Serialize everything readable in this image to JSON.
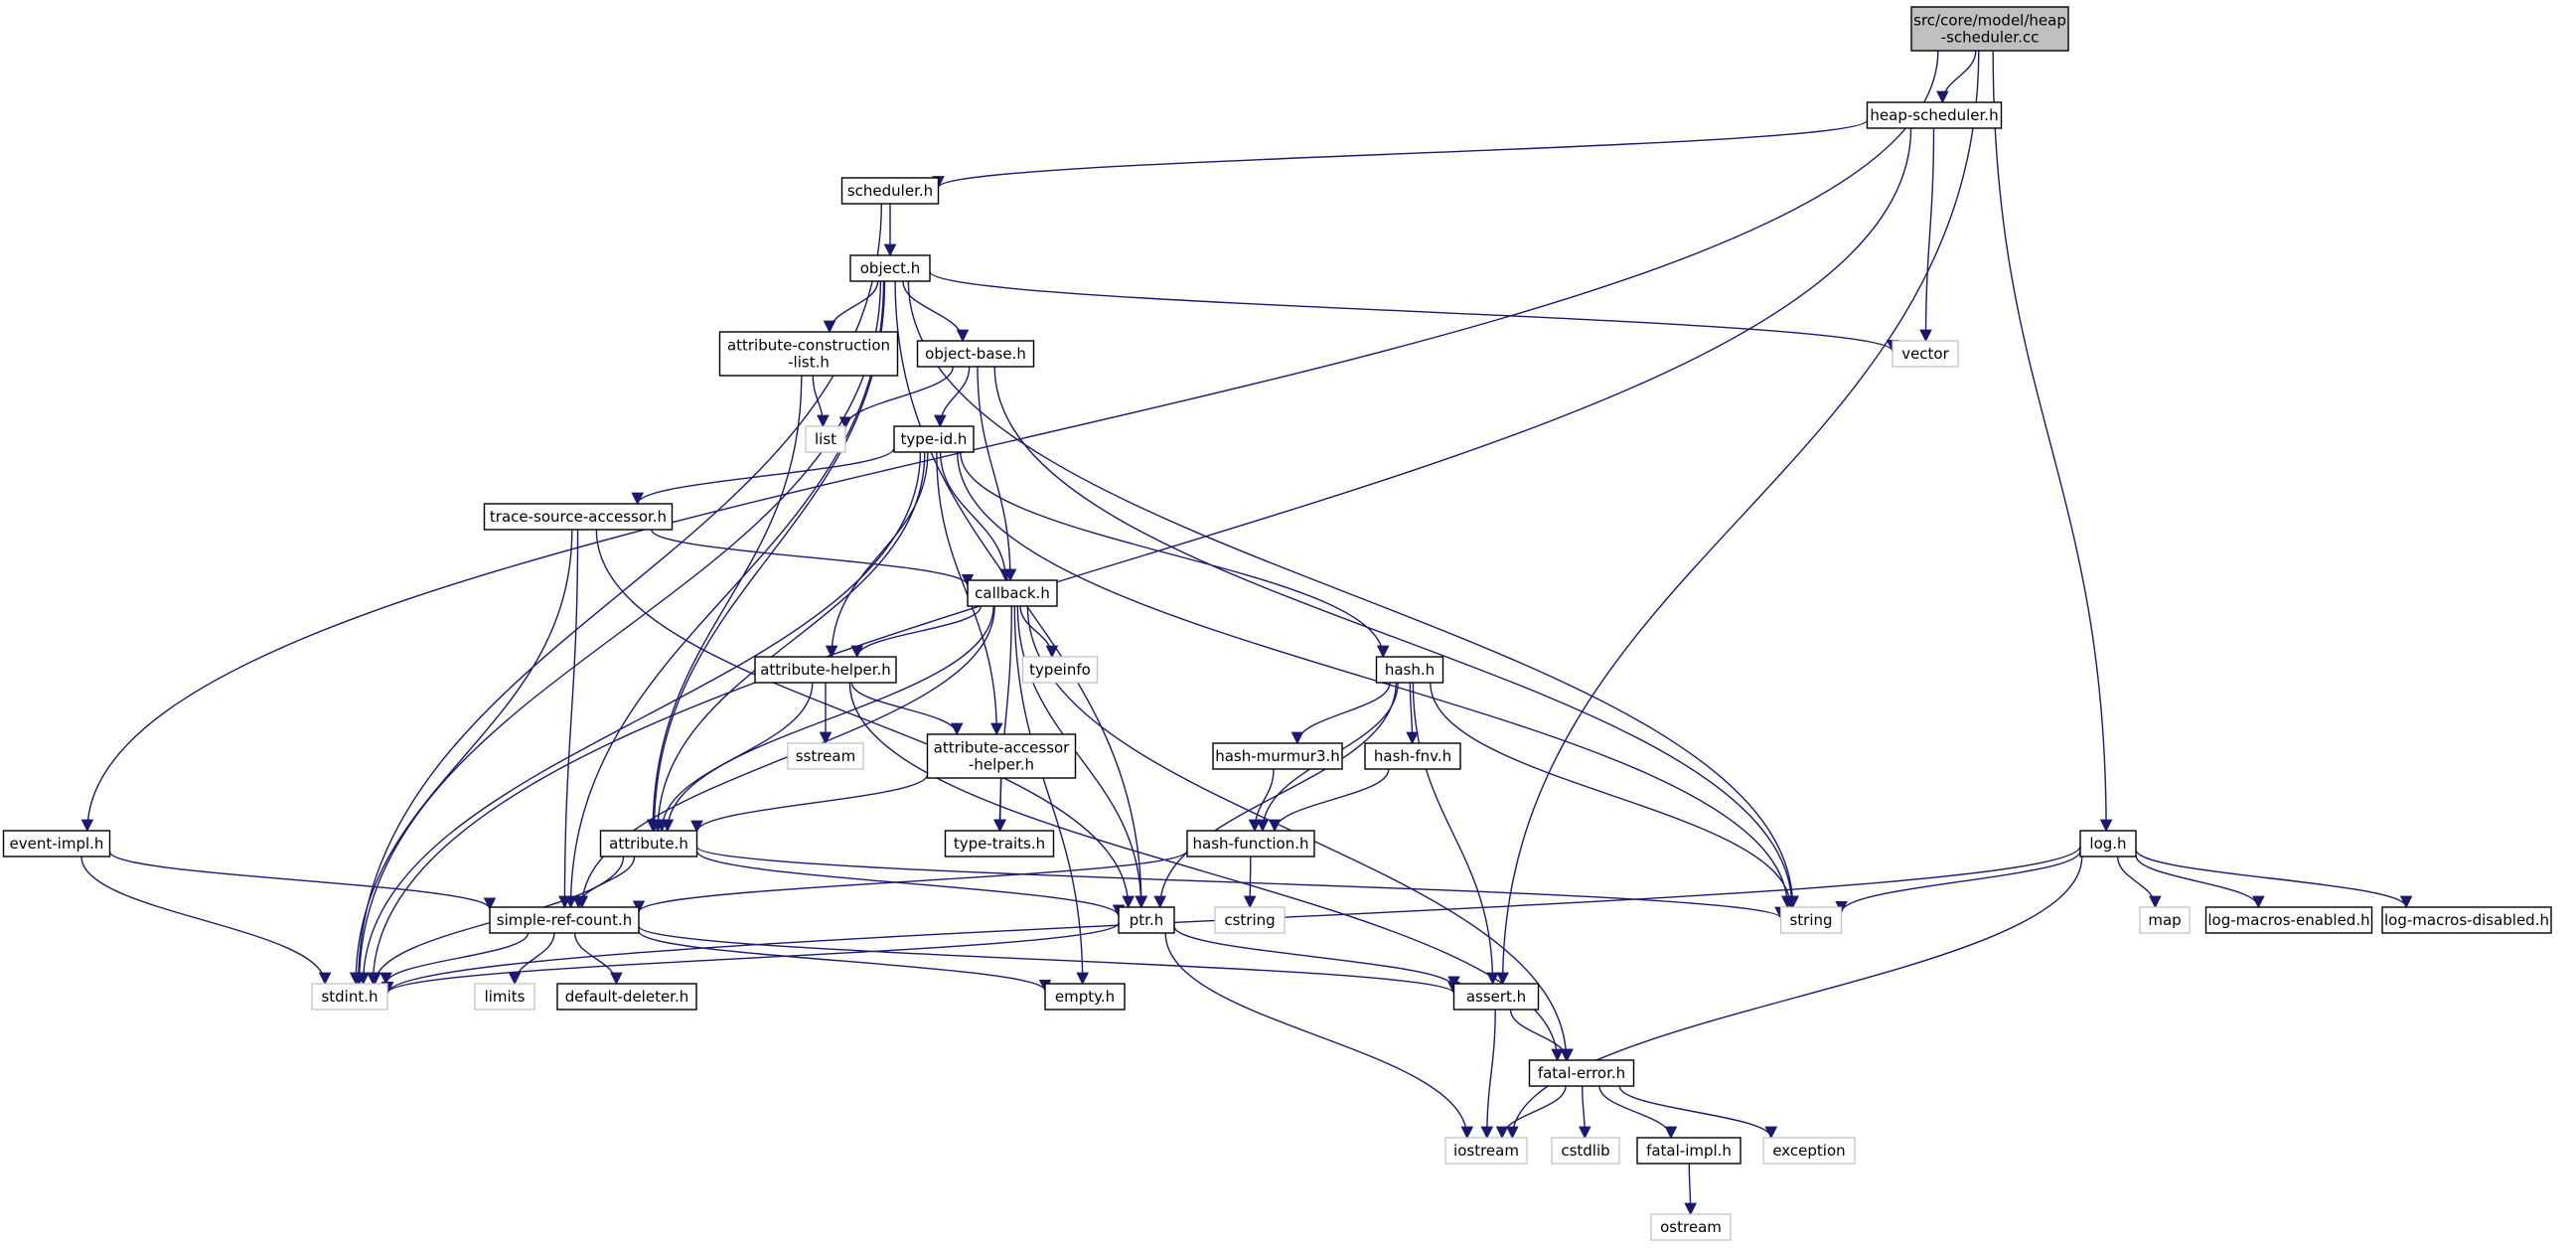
{
  "graph": {
    "kind": "include dependency graph",
    "colors": {
      "edge": "#191970",
      "root_fill": "#bfbfbf",
      "project_border": "#000000",
      "system_border": "#bfbfbf",
      "node_fill": "#ffffff"
    },
    "nodes": [
      {
        "id": "root",
        "lines": [
          "src/core/model/heap",
          "-scheduler.cc"
        ],
        "style": "root"
      },
      {
        "id": "heap-scheduler-h",
        "lines": [
          "heap-scheduler.h"
        ],
        "style": "project"
      },
      {
        "id": "scheduler-h",
        "lines": [
          "scheduler.h"
        ],
        "style": "project"
      },
      {
        "id": "object-h",
        "lines": [
          "object.h"
        ],
        "style": "project"
      },
      {
        "id": "attribute-construction-list-h",
        "lines": [
          "attribute-construction",
          "-list.h"
        ],
        "style": "project"
      },
      {
        "id": "object-base-h",
        "lines": [
          "object-base.h"
        ],
        "style": "project"
      },
      {
        "id": "vector",
        "lines": [
          "vector"
        ],
        "style": "system"
      },
      {
        "id": "list",
        "lines": [
          "list"
        ],
        "style": "system"
      },
      {
        "id": "type-id-h",
        "lines": [
          "type-id.h"
        ],
        "style": "project"
      },
      {
        "id": "trace-source-accessor-h",
        "lines": [
          "trace-source-accessor.h"
        ],
        "style": "project"
      },
      {
        "id": "callback-h",
        "lines": [
          "callback.h"
        ],
        "style": "project"
      },
      {
        "id": "typeinfo",
        "lines": [
          "typeinfo"
        ],
        "style": "system"
      },
      {
        "id": "attribute-helper-h",
        "lines": [
          "attribute-helper.h"
        ],
        "style": "project"
      },
      {
        "id": "hash-h",
        "lines": [
          "hash.h"
        ],
        "style": "project"
      },
      {
        "id": "sstream",
        "lines": [
          "sstream"
        ],
        "style": "system"
      },
      {
        "id": "attribute-accessor-helper-h",
        "lines": [
          "attribute-accessor",
          "-helper.h"
        ],
        "style": "project"
      },
      {
        "id": "hash-murmur3-h",
        "lines": [
          "hash-murmur3.h"
        ],
        "style": "project"
      },
      {
        "id": "hash-fnv-h",
        "lines": [
          "hash-fnv.h"
        ],
        "style": "project"
      },
      {
        "id": "event-impl-h",
        "lines": [
          "event-impl.h"
        ],
        "style": "project"
      },
      {
        "id": "attribute-h",
        "lines": [
          "attribute.h"
        ],
        "style": "project"
      },
      {
        "id": "type-traits-h",
        "lines": [
          "type-traits.h"
        ],
        "style": "project"
      },
      {
        "id": "hash-function-h",
        "lines": [
          "hash-function.h"
        ],
        "style": "project"
      },
      {
        "id": "log-h",
        "lines": [
          "log.h"
        ],
        "style": "project"
      },
      {
        "id": "simple-ref-count-h",
        "lines": [
          "simple-ref-count.h"
        ],
        "style": "project"
      },
      {
        "id": "ptr-h",
        "lines": [
          "ptr.h"
        ],
        "style": "project"
      },
      {
        "id": "cstring",
        "lines": [
          "cstring"
        ],
        "style": "system"
      },
      {
        "id": "string",
        "lines": [
          "string"
        ],
        "style": "system"
      },
      {
        "id": "map",
        "lines": [
          "map"
        ],
        "style": "system"
      },
      {
        "id": "log-macros-enabled-h",
        "lines": [
          "log-macros-enabled.h"
        ],
        "style": "project"
      },
      {
        "id": "log-macros-disabled-h",
        "lines": [
          "log-macros-disabled.h"
        ],
        "style": "project"
      },
      {
        "id": "stdint-h",
        "lines": [
          "stdint.h"
        ],
        "style": "system"
      },
      {
        "id": "limits",
        "lines": [
          "limits"
        ],
        "style": "system"
      },
      {
        "id": "default-deleter-h",
        "lines": [
          "default-deleter.h"
        ],
        "style": "project"
      },
      {
        "id": "empty-h",
        "lines": [
          "empty.h"
        ],
        "style": "project"
      },
      {
        "id": "assert-h",
        "lines": [
          "assert.h"
        ],
        "style": "project"
      },
      {
        "id": "fatal-error-h",
        "lines": [
          "fatal-error.h"
        ],
        "style": "project"
      },
      {
        "id": "iostream",
        "lines": [
          "iostream"
        ],
        "style": "system"
      },
      {
        "id": "cstdlib",
        "lines": [
          "cstdlib"
        ],
        "style": "system"
      },
      {
        "id": "fatal-impl-h",
        "lines": [
          "fatal-impl.h"
        ],
        "style": "project"
      },
      {
        "id": "exception",
        "lines": [
          "exception"
        ],
        "style": "system"
      },
      {
        "id": "ostream",
        "lines": [
          "ostream"
        ],
        "style": "system"
      }
    ],
    "edges": [
      [
        "root",
        "heap-scheduler-h"
      ],
      [
        "root",
        "event-impl-h"
      ],
      [
        "root",
        "log-h"
      ],
      [
        "root",
        "assert-h"
      ],
      [
        "heap-scheduler-h",
        "scheduler-h"
      ],
      [
        "heap-scheduler-h",
        "vector"
      ],
      [
        "heap-scheduler-h",
        "stdint-h"
      ],
      [
        "scheduler-h",
        "object-h"
      ],
      [
        "scheduler-h",
        "stdint-h"
      ],
      [
        "object-h",
        "attribute-construction-list-h"
      ],
      [
        "object-h",
        "object-base-h"
      ],
      [
        "object-h",
        "vector"
      ],
      [
        "object-h",
        "string"
      ],
      [
        "object-h",
        "ptr-h"
      ],
      [
        "object-h",
        "attribute-h"
      ],
      [
        "object-h",
        "simple-ref-count-h"
      ],
      [
        "object-h",
        "stdint-h"
      ],
      [
        "attribute-construction-list-h",
        "list"
      ],
      [
        "attribute-construction-list-h",
        "attribute-h"
      ],
      [
        "object-base-h",
        "list"
      ],
      [
        "object-base-h",
        "type-id-h"
      ],
      [
        "object-base-h",
        "callback-h"
      ],
      [
        "object-base-h",
        "string"
      ],
      [
        "type-id-h",
        "trace-source-accessor-h"
      ],
      [
        "type-id-h",
        "callback-h"
      ],
      [
        "type-id-h",
        "attribute-helper-h"
      ],
      [
        "type-id-h",
        "attribute-accessor-helper-h"
      ],
      [
        "type-id-h",
        "hash-h"
      ],
      [
        "type-id-h",
        "attribute-h"
      ],
      [
        "type-id-h",
        "string"
      ],
      [
        "type-id-h",
        "stdint-h"
      ],
      [
        "trace-source-accessor-h",
        "callback-h"
      ],
      [
        "trace-source-accessor-h",
        "simple-ref-count-h"
      ],
      [
        "trace-source-accessor-h",
        "ptr-h"
      ],
      [
        "trace-source-accessor-h",
        "stdint-h"
      ],
      [
        "callback-h",
        "typeinfo"
      ],
      [
        "callback-h",
        "attribute-helper-h"
      ],
      [
        "callback-h",
        "attribute-h"
      ],
      [
        "callback-h",
        "simple-ref-count-h"
      ],
      [
        "callback-h",
        "ptr-h"
      ],
      [
        "callback-h",
        "type-traits-h"
      ],
      [
        "callback-h",
        "empty-h"
      ],
      [
        "callback-h",
        "fatal-error-h"
      ],
      [
        "attribute-helper-h",
        "sstream"
      ],
      [
        "attribute-helper-h",
        "attribute-accessor-helper-h"
      ],
      [
        "attribute-helper-h",
        "attribute-h"
      ],
      [
        "attribute-helper-h",
        "fatal-error-h"
      ],
      [
        "attribute-accessor-helper-h",
        "type-traits-h"
      ],
      [
        "attribute-accessor-helper-h",
        "attribute-h"
      ],
      [
        "hash-h",
        "hash-murmur3-h"
      ],
      [
        "hash-h",
        "hash-fnv-h"
      ],
      [
        "hash-h",
        "hash-function-h"
      ],
      [
        "hash-h",
        "string"
      ],
      [
        "hash-h",
        "ptr-h"
      ],
      [
        "hash-h",
        "assert-h"
      ],
      [
        "hash-murmur3-h",
        "hash-function-h"
      ],
      [
        "hash-fnv-h",
        "hash-function-h"
      ],
      [
        "hash-function-h",
        "cstring"
      ],
      [
        "hash-function-h",
        "simple-ref-count-h"
      ],
      [
        "event-impl-h",
        "simple-ref-count-h"
      ],
      [
        "event-impl-h",
        "stdint-h"
      ],
      [
        "attribute-h",
        "string"
      ],
      [
        "attribute-h",
        "ptr-h"
      ],
      [
        "attribute-h",
        "simple-ref-count-h"
      ],
      [
        "attribute-h",
        "stdint-h"
      ],
      [
        "simple-ref-count-h",
        "empty-h"
      ],
      [
        "simple-ref-count-h",
        "assert-h"
      ],
      [
        "simple-ref-count-h",
        "stdint-h"
      ],
      [
        "simple-ref-count-h",
        "limits"
      ],
      [
        "simple-ref-count-h",
        "default-deleter-h"
      ],
      [
        "ptr-h",
        "iostream"
      ],
      [
        "ptr-h",
        "assert-h"
      ],
      [
        "ptr-h",
        "stdint-h"
      ],
      [
        "log-h",
        "string"
      ],
      [
        "log-h",
        "iostream"
      ],
      [
        "log-h",
        "stdint-h"
      ],
      [
        "log-h",
        "map"
      ],
      [
        "log-h",
        "log-macros-enabled-h"
      ],
      [
        "log-h",
        "log-macros-disabled-h"
      ],
      [
        "assert-h",
        "fatal-error-h"
      ],
      [
        "assert-h",
        "iostream"
      ],
      [
        "fatal-error-h",
        "iostream"
      ],
      [
        "fatal-error-h",
        "exception"
      ],
      [
        "fatal-error-h",
        "cstdlib"
      ],
      [
        "fatal-error-h",
        "fatal-impl-h"
      ],
      [
        "fatal-impl-h",
        "ostream"
      ]
    ]
  }
}
